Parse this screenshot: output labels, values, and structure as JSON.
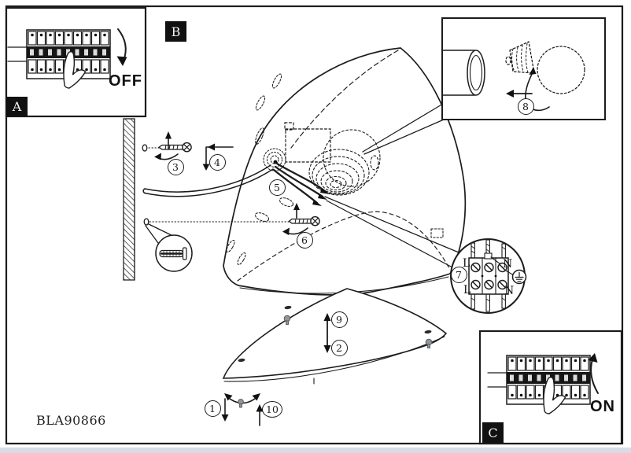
{
  "page": {
    "part_code": "BLA90866",
    "background_color": "#ffffff",
    "line_color": "#1c1c1c",
    "screw_color": "#8f969e",
    "footer_strip_color": "#d8dce5"
  },
  "section_labels": {
    "a": "A",
    "b": "B",
    "c": "C"
  },
  "breaker_insets": {
    "off": {
      "label": "OFF",
      "icon": "breaker-panel-finger-icon",
      "arrow_icon": "curved-arrow-down-icon"
    },
    "on": {
      "label": "ON",
      "icon": "breaker-panel-finger-icon",
      "arrow_icon": "curved-arrow-up-icon"
    }
  },
  "steps": {
    "n1": "1",
    "n2": "2",
    "n3": "3",
    "n4": "4",
    "n5": "5",
    "n6": "6",
    "n7": "7",
    "n8": "8",
    "n9": "9",
    "n10": "10"
  },
  "terminal_block": {
    "top_left": "L",
    "top_right": "N",
    "bottom_left": "L",
    "bottom_right": "N",
    "earth_icon": "earth-ground-icon"
  },
  "bulb_inset": {
    "icon": "light-bulb-icon",
    "socket_icon": "lamp-socket-icon"
  }
}
